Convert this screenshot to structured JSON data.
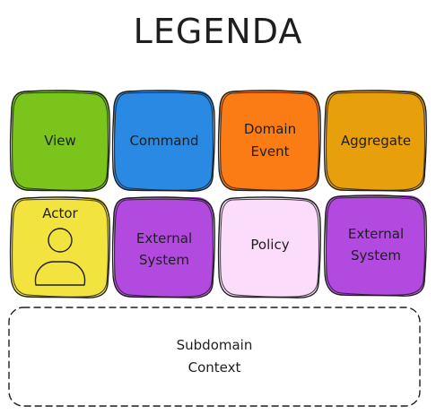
{
  "title": "LEGENDA",
  "stickies": [
    {
      "key": "view",
      "lines": [
        "View"
      ],
      "color": "#7ac41c"
    },
    {
      "key": "command",
      "lines": [
        "Command"
      ],
      "color": "#2a89e3"
    },
    {
      "key": "domain-event",
      "lines": [
        "Domain",
        "Event"
      ],
      "color": "#fb7b14"
    },
    {
      "key": "aggregate",
      "lines": [
        "Aggregate"
      ],
      "color": "#e79f0b"
    },
    {
      "key": "actor",
      "lines": [
        "Actor"
      ],
      "color": "#f2e33f",
      "icon": "person-icon"
    },
    {
      "key": "external-system",
      "lines": [
        "External",
        "System"
      ],
      "color": "#b34ae0"
    },
    {
      "key": "policy",
      "lines": [
        "Policy"
      ],
      "color": "#fcdcfb"
    },
    {
      "key": "external-system-2",
      "lines": [
        "External",
        "System"
      ],
      "color": "#b34ae0"
    }
  ],
  "context_box": {
    "lines": [
      "Subdomain",
      "Context"
    ]
  }
}
